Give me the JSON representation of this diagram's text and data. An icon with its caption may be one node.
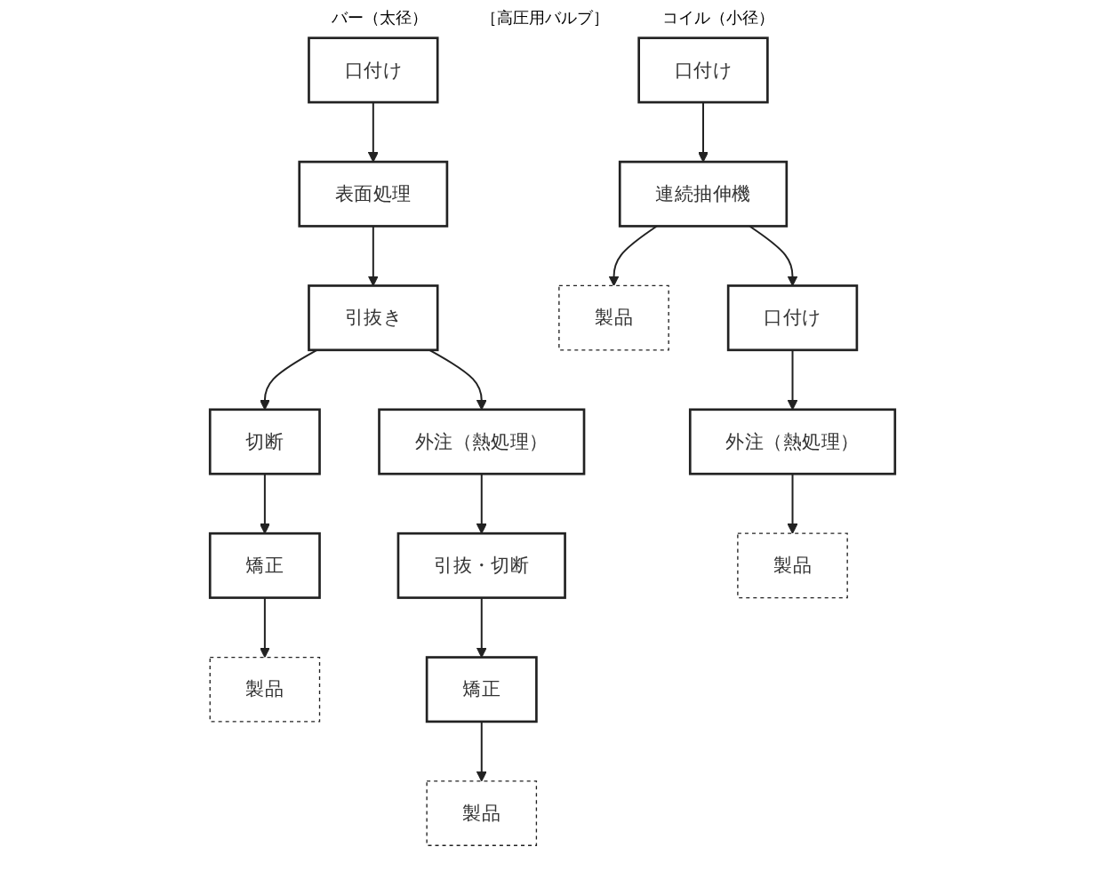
{
  "diagram": {
    "nodes": [
      {
        "text": [
          "口付け"
        ]
      },
      {
        "text": [
          "表面処理"
        ]
      },
      {
        "text": [
          "引抜き"
        ]
      },
      {
        "text": [
          "切断"
        ]
      },
      {
        "text": [
          "矯正"
        ]
      },
      {
        "text": [
          "製品"
        ]
      },
      {
        "text": [
          "外注（熱処理）"
        ]
      },
      {
        "text": [
          "引抜・切断"
        ]
      },
      {
        "text": [
          "矯正"
        ]
      },
      {
        "text": [
          "製品"
        ]
      },
      {
        "text": [
          "口付け"
        ]
      },
      {
        "text": [
          "連続抽伸機"
        ]
      },
      {
        "text": [
          "製品"
        ]
      },
      {
        "text": [
          "口付け"
        ]
      },
      {
        "text": [
          "外注（熱処理）"
        ]
      },
      {
        "text": [
          "製品"
        ]
      }
    ],
    "edges": [
      {
        "from": 0,
        "to": 1,
        "arrow": "to"
      },
      {
        "from": 1,
        "to": 2,
        "arrow": "to"
      },
      {
        "from": 2,
        "to": 3,
        "arrow": "to"
      },
      {
        "from": 3,
        "to": 4,
        "arrow": "to"
      },
      {
        "from": 4,
        "to": 5,
        "arrow": "to"
      },
      {
        "from": 2,
        "to": 6,
        "arrow": "to"
      },
      {
        "from": 6,
        "to": 7,
        "arrow": "to"
      },
      {
        "from": 7,
        "to": 8,
        "arrow": "to"
      },
      {
        "from": 8,
        "to": 9,
        "arrow": "to"
      },
      {
        "from": 10,
        "to": 11,
        "arrow": "to"
      },
      {
        "from": 11,
        "to": 12,
        "arrow": "to"
      },
      {
        "from": 11,
        "to": 13,
        "arrow": "to"
      },
      {
        "from": 13,
        "to": 14,
        "arrow": "to"
      },
      {
        "from": 14,
        "to": 15,
        "arrow": "to"
      }
    ],
    "labels": [
      "バー（太径）",
      "［高圧用バルブ］",
      "コイル（小径）"
    ]
  }
}
